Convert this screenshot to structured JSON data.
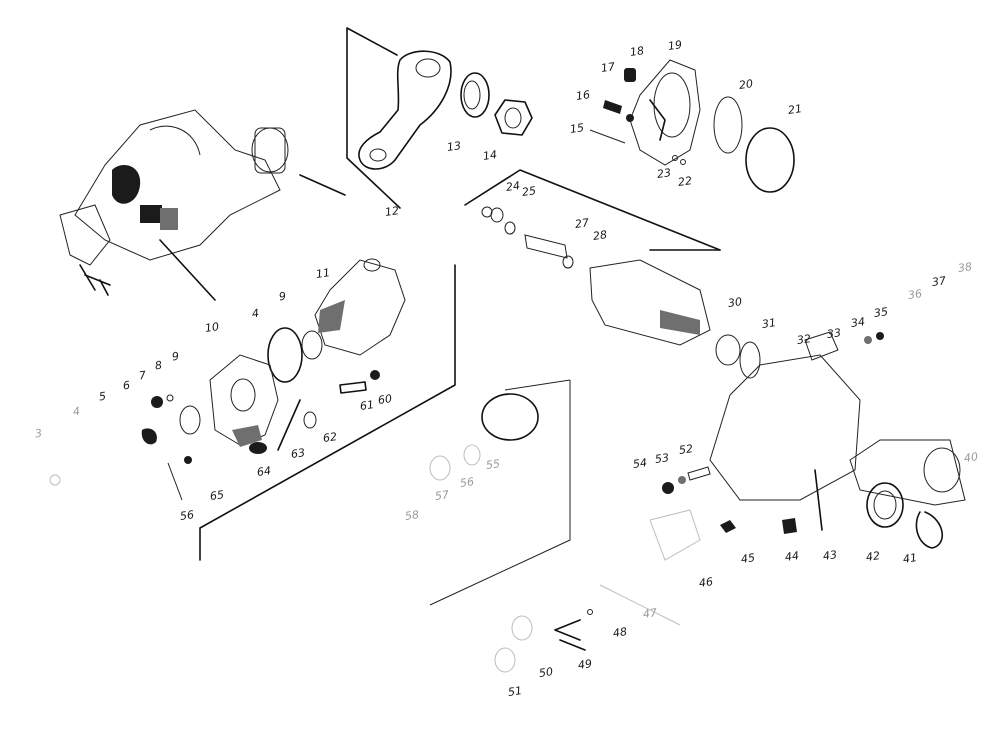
{
  "callouts": [
    {
      "id": "3",
      "text": "3"
    },
    {
      "id": "4a",
      "text": "4"
    },
    {
      "id": "4b",
      "text": "4"
    },
    {
      "id": "5",
      "text": "5"
    },
    {
      "id": "6",
      "text": "6"
    },
    {
      "id": "7",
      "text": "7"
    },
    {
      "id": "8",
      "text": "8"
    },
    {
      "id": "9a",
      "text": "9"
    },
    {
      "id": "9b",
      "text": "9"
    },
    {
      "id": "10",
      "text": "10"
    },
    {
      "id": "11",
      "text": "11"
    },
    {
      "id": "12",
      "text": "12"
    },
    {
      "id": "13",
      "text": "13"
    },
    {
      "id": "14",
      "text": "14"
    },
    {
      "id": "15",
      "text": "15"
    },
    {
      "id": "16",
      "text": "16"
    },
    {
      "id": "17",
      "text": "17"
    },
    {
      "id": "18",
      "text": "18"
    },
    {
      "id": "19",
      "text": "19"
    },
    {
      "id": "20",
      "text": "20"
    },
    {
      "id": "21",
      "text": "21"
    },
    {
      "id": "22",
      "text": "22"
    },
    {
      "id": "23",
      "text": "23"
    },
    {
      "id": "24",
      "text": "24"
    },
    {
      "id": "25",
      "text": "25"
    },
    {
      "id": "27",
      "text": "27"
    },
    {
      "id": "28",
      "text": "28"
    },
    {
      "id": "30",
      "text": "30"
    },
    {
      "id": "31",
      "text": "31"
    },
    {
      "id": "32",
      "text": "32"
    },
    {
      "id": "33",
      "text": "33"
    },
    {
      "id": "34",
      "text": "34"
    },
    {
      "id": "35",
      "text": "35"
    },
    {
      "id": "36",
      "text": "36"
    },
    {
      "id": "37",
      "text": "37"
    },
    {
      "id": "38",
      "text": "38"
    },
    {
      "id": "40",
      "text": "40"
    },
    {
      "id": "41",
      "text": "41"
    },
    {
      "id": "42",
      "text": "42"
    },
    {
      "id": "43",
      "text": "43"
    },
    {
      "id": "44",
      "text": "44"
    },
    {
      "id": "45",
      "text": "45"
    },
    {
      "id": "46",
      "text": "46"
    },
    {
      "id": "47",
      "text": "47"
    },
    {
      "id": "48",
      "text": "48"
    },
    {
      "id": "49",
      "text": "49"
    },
    {
      "id": "50",
      "text": "50"
    },
    {
      "id": "51",
      "text": "51"
    },
    {
      "id": "52",
      "text": "52"
    },
    {
      "id": "53",
      "text": "53"
    },
    {
      "id": "54",
      "text": "54"
    },
    {
      "id": "55",
      "text": "55"
    },
    {
      "id": "56a",
      "text": "56"
    },
    {
      "id": "56b",
      "text": "56"
    },
    {
      "id": "57",
      "text": "57"
    },
    {
      "id": "58",
      "text": "58"
    },
    {
      "id": "60",
      "text": "60"
    },
    {
      "id": "61",
      "text": "61"
    },
    {
      "id": "62",
      "text": "62"
    },
    {
      "id": "63",
      "text": "63"
    },
    {
      "id": "64",
      "text": "64"
    },
    {
      "id": "65",
      "text": "65"
    }
  ]
}
